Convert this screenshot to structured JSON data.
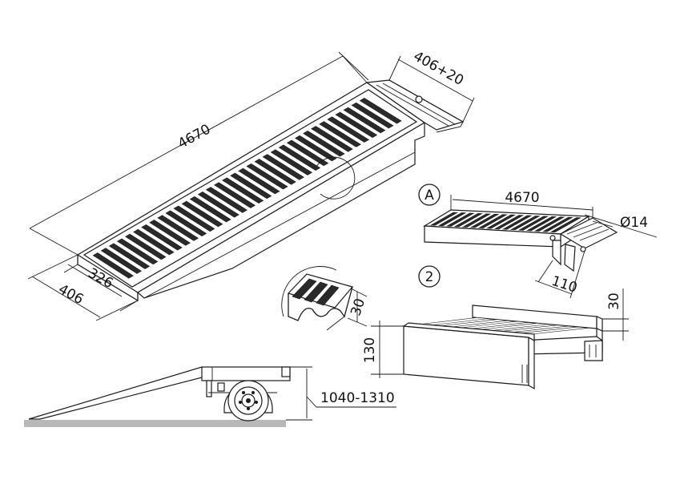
{
  "dimensions": {
    "length_main": "4670",
    "width_top": "406+20",
    "width_inner": "326",
    "width_outer": "406",
    "profile_height": "30",
    "detail_a_length": "4670",
    "detail_a_diameter": "Ø14",
    "detail_a_width": "110",
    "section_2_top": "30",
    "section_2_height": "130",
    "trailer_height": "1040-1310"
  },
  "callouts": {
    "detail_a": "A",
    "section_2": "2"
  }
}
